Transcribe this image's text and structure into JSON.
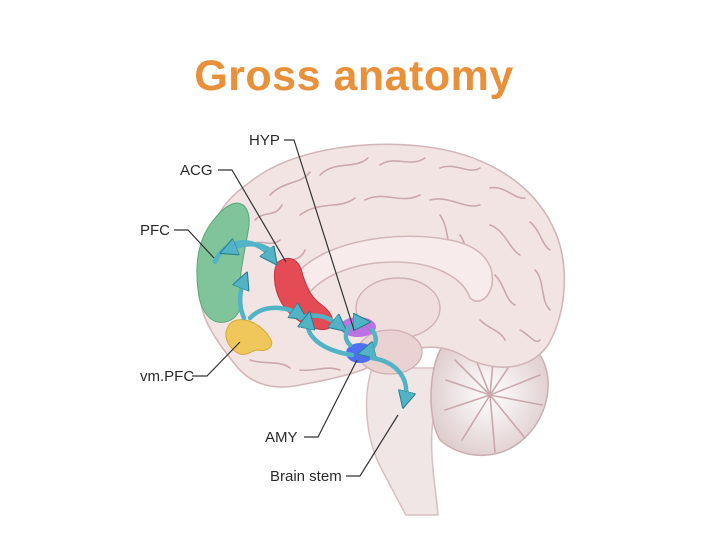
{
  "slide": {
    "title": "Gross anatomy",
    "title_color": "#e8913a"
  },
  "diagram": {
    "labels": {
      "hyp": "HYP",
      "acg": "ACG",
      "pfc": "PFC",
      "vmpfc": "vm.PFC",
      "amy": "AMY",
      "brainstem": "Brain stem"
    },
    "colors": {
      "brain": "#f3e4e4",
      "brain_shadow": "#e2c5c6",
      "pfc": "#7fc49a",
      "acg": "#e44b55",
      "vmpfc": "#f0c75a",
      "hyp": "#b35ee0",
      "amy": "#4e6ff0",
      "arrows": "#53b3c6",
      "cerebellum": "#ece2e2"
    }
  }
}
